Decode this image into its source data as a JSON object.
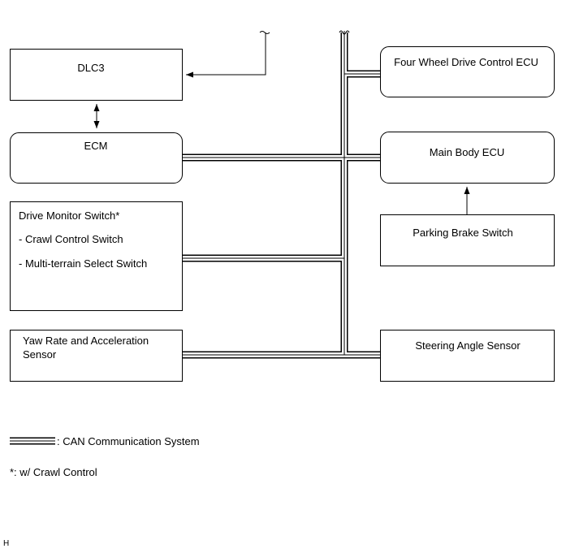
{
  "boxes": {
    "dlc3": "DLC3",
    "ecm": "ECM",
    "drive_monitor": {
      "title": "Drive Monitor Switch*",
      "item1": "- Crawl Control Switch",
      "item2": "- Multi-terrain Select Switch"
    },
    "yaw_rate": {
      "line1": "Yaw Rate and Acceleration",
      "line2": "Sensor"
    },
    "four_wd": "Four Wheel Drive Control ECU",
    "main_body": "Main Body ECU",
    "parking_brake": "Parking Brake Switch",
    "steering_angle": "Steering Angle Sensor"
  },
  "legend": {
    "can": ": CAN Communication System",
    "footnote": "*: w/ Crawl Control"
  },
  "corner_mark": "H"
}
